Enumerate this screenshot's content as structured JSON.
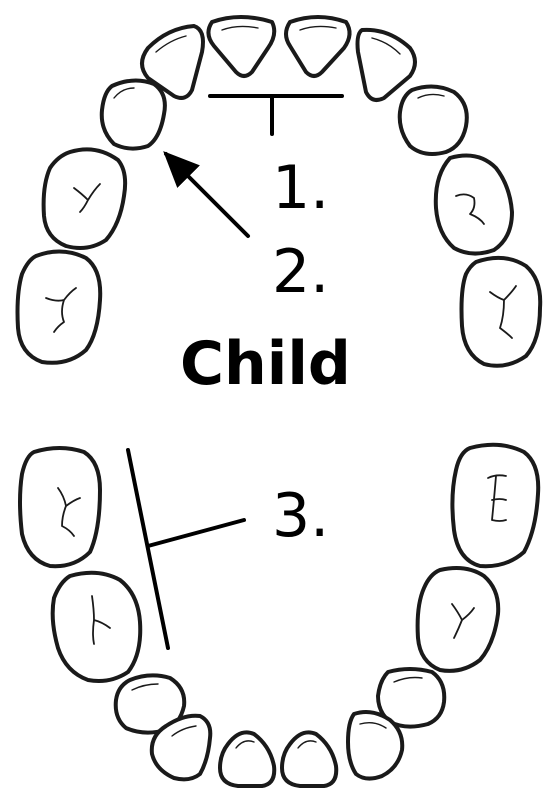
{
  "title": "Child",
  "labels": {
    "one": "1.",
    "two": "2.",
    "three": "3."
  },
  "colors": {
    "outline": "#1a1a1a",
    "background": "#ffffff"
  }
}
